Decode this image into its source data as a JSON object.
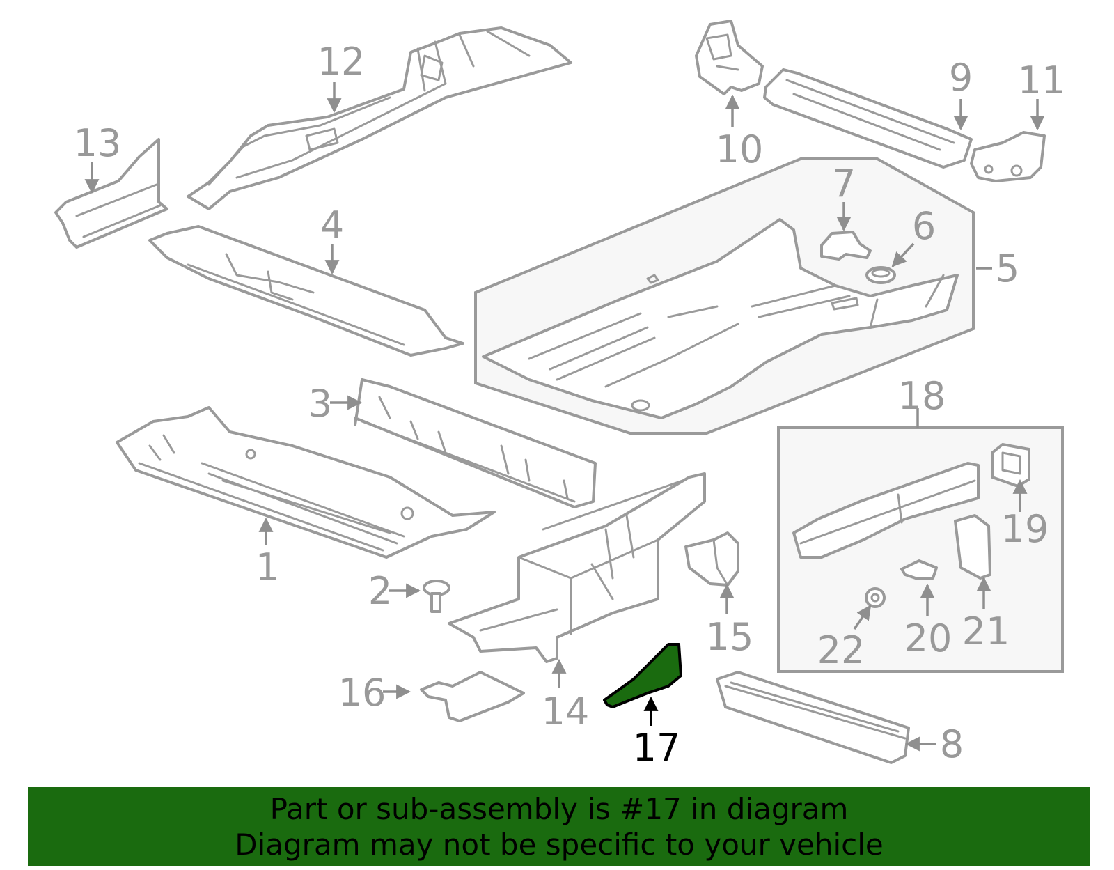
{
  "diagram": {
    "highlighted_part": "17",
    "callouts": [
      "1",
      "2",
      "3",
      "4",
      "5",
      "6",
      "7",
      "8",
      "9",
      "10",
      "11",
      "12",
      "13",
      "14",
      "15",
      "16",
      "17",
      "18",
      "19",
      "20",
      "21",
      "22"
    ],
    "highlight_color": "#1a6b0f",
    "line_color": "#9a9a9a"
  },
  "banner": {
    "line1": "Part or sub-assembly is #17 in diagram",
    "line2": "Diagram may not be specific to your vehicle",
    "background": "#1a6b0f"
  }
}
